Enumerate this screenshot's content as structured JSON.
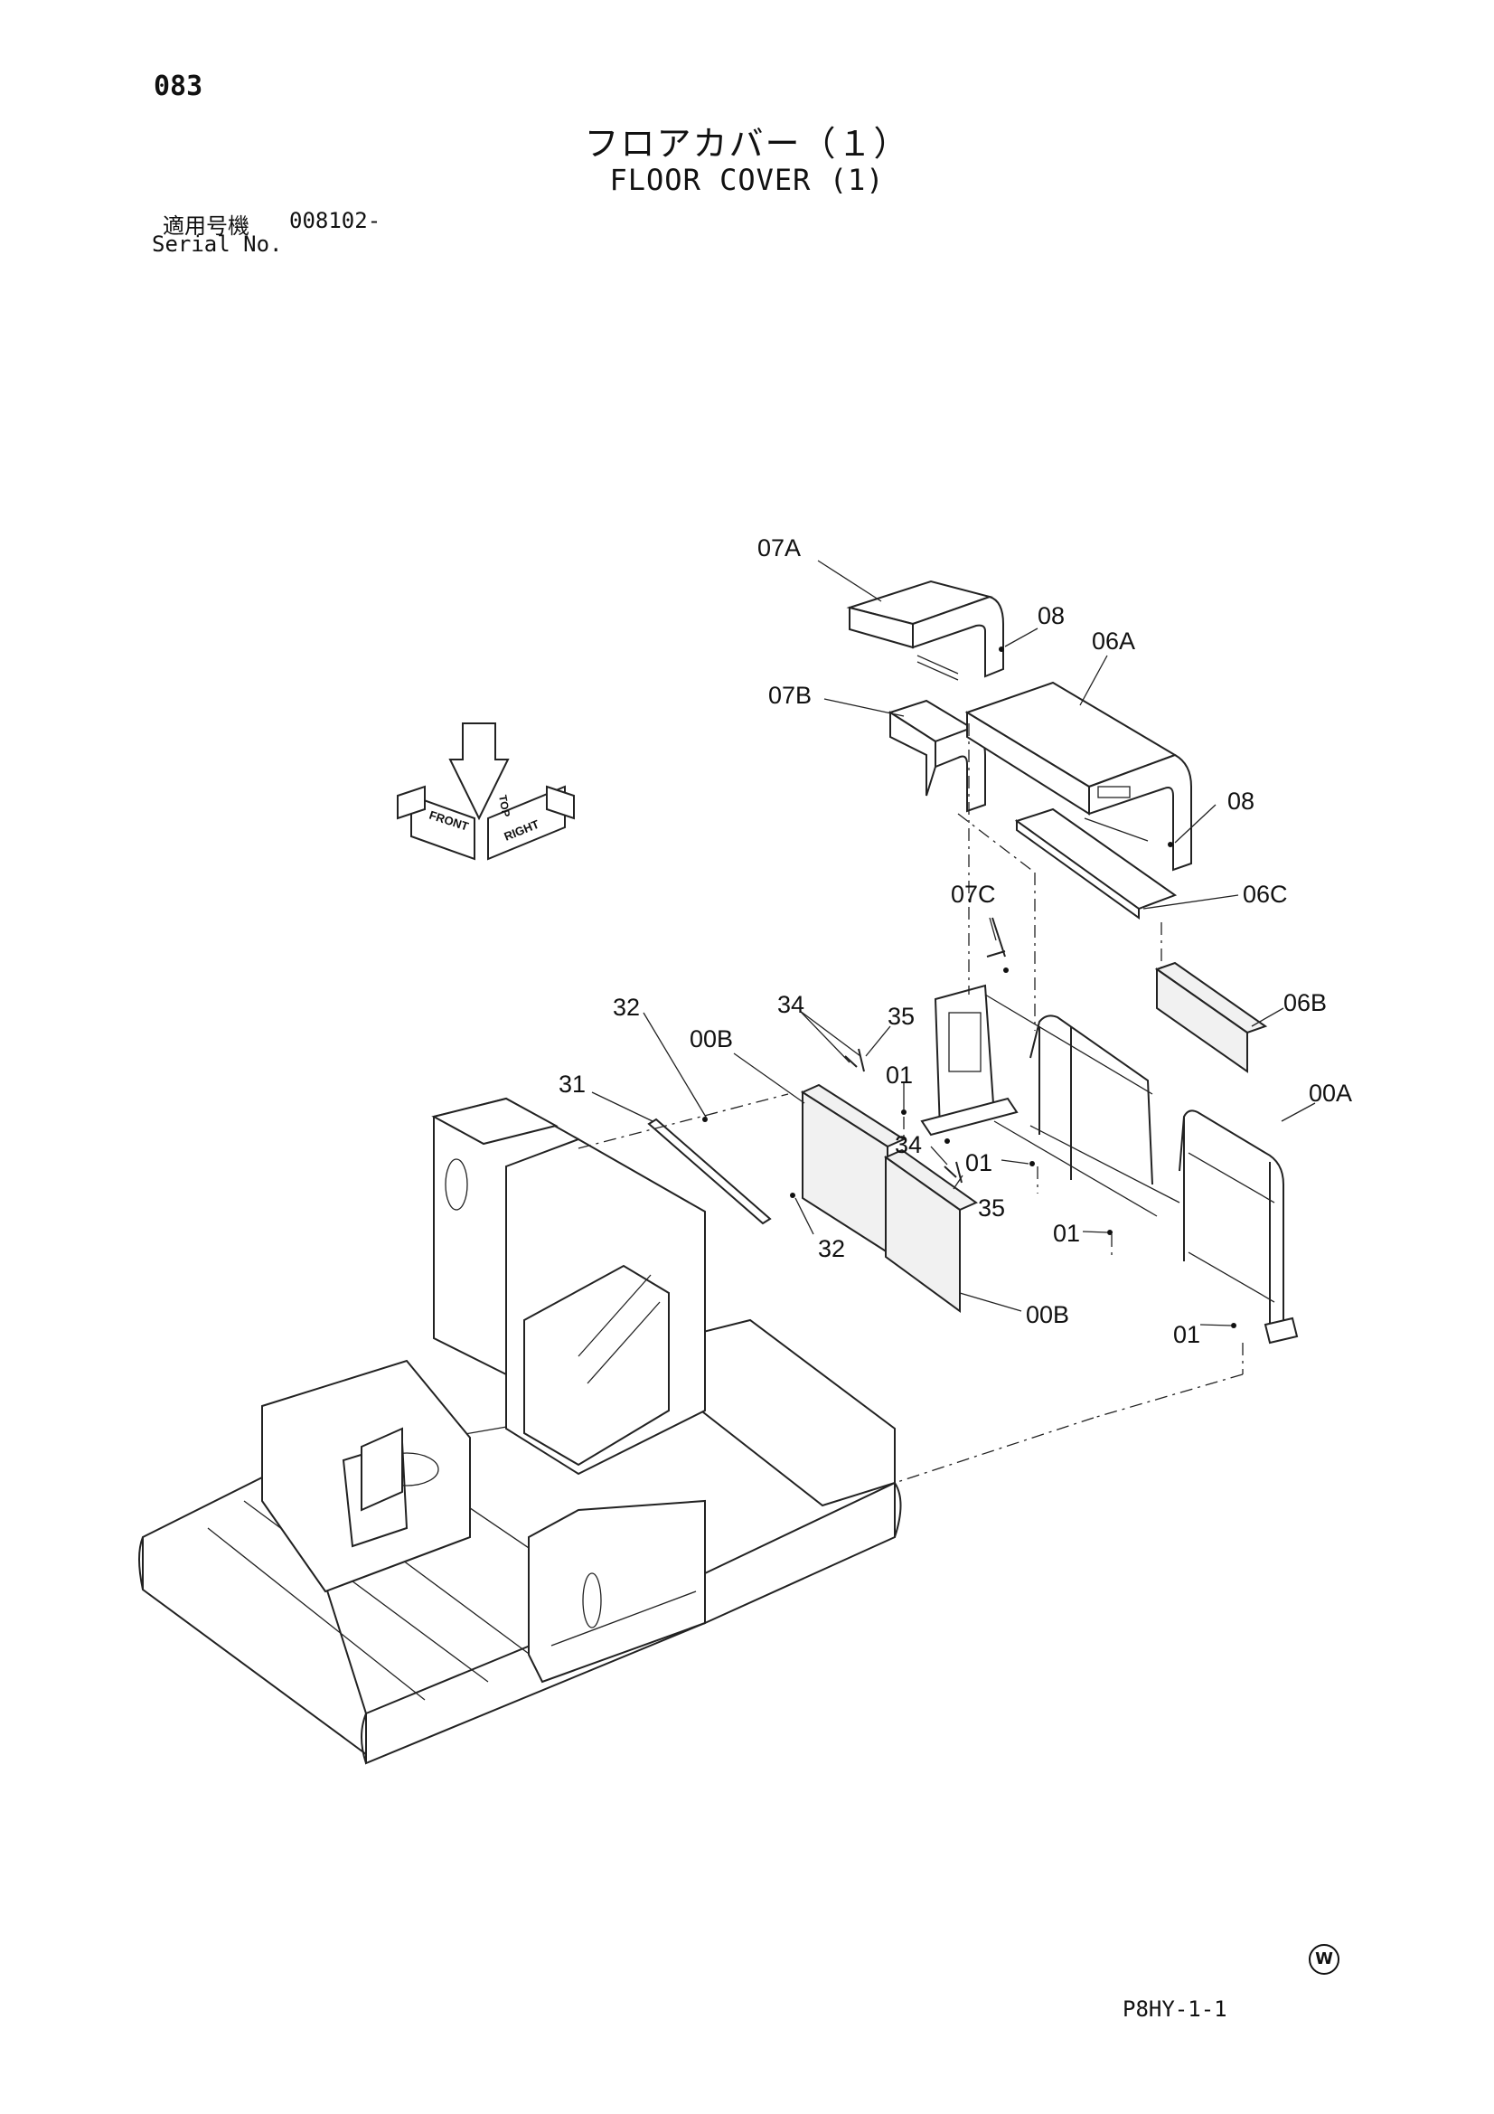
{
  "header": {
    "page_number": "083",
    "title_jp": "フロアカバー（１）",
    "title_en": "FLOOR COVER (1)",
    "serial_label_jp": "適用号機",
    "serial_value": "008102-",
    "serial_label_en": "Serial No."
  },
  "callouts": [
    "07A",
    "08",
    "06A",
    "07B",
    "08",
    "07C",
    "06C",
    "06B",
    "32",
    "34",
    "35",
    "00B",
    "31",
    "01",
    "00A",
    "34",
    "01",
    "35",
    "01",
    "32",
    "00B",
    "01"
  ],
  "orientation_labels": [
    "FRONT",
    "TOP",
    "RIGHT"
  ],
  "footer": {
    "drawing_code": "P8HY-1-1",
    "watermark": "W"
  }
}
